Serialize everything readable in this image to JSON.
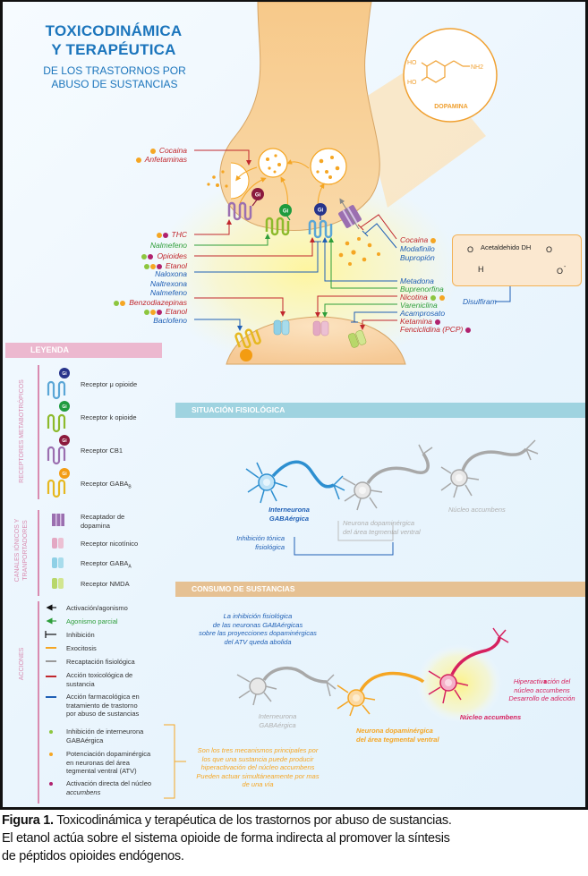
{
  "title": {
    "line1": "TOXICODINÁMICA",
    "line2": "Y TERAPÉUTICA",
    "subtitle1": "DE LOS TRASTORNOS POR",
    "subtitle2": "ABUSO DE SUSTANCIAS"
  },
  "dopamine": {
    "label": "DOPAMINA",
    "groups": [
      "HO",
      "HO",
      "NH2"
    ]
  },
  "colors": {
    "toxic": "#c1272d",
    "pharma": "#1f5fb5",
    "partial": "#2e9e3a",
    "exocytosis": "#f5a623",
    "reuptake": "#9a9a9a",
    "dot_gaba": "#8dc63f",
    "dot_dopa": "#f5a623",
    "dot_accumbens": "#b0216e",
    "mu_gi": "#27348b",
    "kappa_gi": "#1e9b3e",
    "cb1_gi": "#8b1a3d",
    "gabab_gi": "#f39c12"
  },
  "left_labels": [
    {
      "text": "Cocaina",
      "type": "toxic",
      "dots": [
        "dopa"
      ]
    },
    {
      "text": "Anfetaminas",
      "type": "toxic",
      "dots": [
        "dopa"
      ]
    },
    {
      "text": "THC",
      "type": "toxic",
      "dots": [
        "dopa",
        "accumbens"
      ]
    },
    {
      "text": "Nalmefeno",
      "type": "partial",
      "dots": []
    },
    {
      "text": "Opioides",
      "type": "toxic",
      "dots": [
        "gaba",
        "accumbens"
      ]
    },
    {
      "text": "Etanol",
      "type": "toxic",
      "dots": [
        "gaba",
        "dopa",
        "accumbens"
      ]
    },
    {
      "text": "Naloxona",
      "type": "pharma",
      "dots": []
    },
    {
      "text": "Naltrexona",
      "type": "pharma",
      "dots": []
    },
    {
      "text": "Nalmefeno",
      "type": "pharma",
      "dots": []
    },
    {
      "text": "Benzodiazepinas",
      "type": "toxic",
      "dots": [
        "gaba",
        "dopa"
      ]
    },
    {
      "text": "Etanol",
      "type": "toxic",
      "dots": [
        "gaba",
        "dopa",
        "accumbens"
      ]
    },
    {
      "text": "Baclofeno",
      "type": "pharma",
      "dots": []
    }
  ],
  "right_labels": [
    {
      "text": "Cocaina",
      "type": "toxic",
      "dots": [
        "dopa"
      ]
    },
    {
      "text": "Modafinilo",
      "type": "pharma",
      "dots": []
    },
    {
      "text": "Bupropión",
      "type": "pharma",
      "dots": []
    },
    {
      "text": "Metadona",
      "type": "pharma",
      "dots": []
    },
    {
      "text": "Buprenorfina",
      "type": "partial",
      "dots": []
    },
    {
      "text": "Nicotina",
      "type": "toxic",
      "dots": [
        "gaba",
        "dopa"
      ]
    },
    {
      "text": "Vareniclina",
      "type": "partial",
      "dots": []
    },
    {
      "text": "Acamprosato",
      "type": "pharma",
      "dots": []
    },
    {
      "text": "Ketamina",
      "type": "toxic",
      "dots": [
        "accumbens"
      ]
    },
    {
      "text": "Fenciclidina (PCP)",
      "type": "toxic",
      "dots": [
        "accumbens"
      ]
    }
  ],
  "gi_label": "Gi",
  "enzyme": {
    "name": "Acetaldehido DH",
    "substrate_h": "H",
    "atom_o": "O",
    "product_charge": "-",
    "inhibitor": "Disulfiram"
  },
  "legend": {
    "header": "LEYENDA",
    "groups": {
      "metabotropic": "RECEPTORES METABOTRÓPICOS",
      "channels_line1": "CANALES IÓNICOS Y",
      "channels_line2": "TRANPORTADORES",
      "actions": "ACCIONES"
    },
    "receptors": [
      {
        "label": "Receptor μ opioide"
      },
      {
        "label": "Receptor k opioide"
      },
      {
        "label": "Receptor CB1"
      },
      {
        "label": "Receptor GABA",
        "sub": "B"
      }
    ],
    "channels": [
      {
        "label": "Recaptador de",
        "label2": "dopamina"
      },
      {
        "label": "Receptor nicotínico"
      },
      {
        "label": "Receptor GABA",
        "sub": "A"
      },
      {
        "label": "Receptor NMDA"
      }
    ],
    "actions": [
      {
        "label": "Activación/agonismo"
      },
      {
        "label": "Agonismo parcial"
      },
      {
        "label": "Inhibición"
      },
      {
        "label": "Exocitosis"
      },
      {
        "label": "Recaptación fisiológica"
      },
      {
        "label": "Acción toxicológica de",
        "label2": "sustancia"
      },
      {
        "label": "Acción farmacológica en",
        "label2": "tratamiento de trastorno",
        "label3": "por abuso de sustancias"
      }
    ],
    "mechanisms": [
      {
        "label": "Inhibición de interneurona",
        "label2": "GABAérgica"
      },
      {
        "label": "Potenciación dopaminérgica",
        "label2": "en neuronas del área",
        "label3": "tegmental ventral (ATV)"
      },
      {
        "label": "Activación directa del núcleo",
        "label2": "accumbens"
      }
    ],
    "mechanisms_note": [
      "Son los tres mecanismos principales por",
      "los que una sustancia puede producir",
      "hiperactivación del núcleo accumbens",
      "Pueden actuar simultáneamente por mas",
      "de una vía"
    ]
  },
  "physiological": {
    "header": "SITUACIÓN FISIOLÓGICA",
    "interneuron": [
      "Interneurona",
      "GABAérgica"
    ],
    "dopaminergic": [
      "Neurona dopaminérgica",
      "del área tegmental ventral"
    ],
    "accumbens": "Núcleo accumbens",
    "inhibition": [
      "Inhibición tónica",
      "fisiológica"
    ]
  },
  "consumption": {
    "header": "CONSUMO DE SUSTANCIAS",
    "note": [
      "La inhibición fisiológica",
      "de las neuronas GABAérgicas",
      "sobre las proyecciones dopaminérgicas",
      "del ATV queda abolida"
    ],
    "interneuron": [
      "Interneurona",
      "GABAérgica"
    ],
    "dopaminergic": [
      "Neurona dopaminérgica",
      "del área tegmental ventral"
    ],
    "accumbens": "Núcleo accumbens",
    "effect": [
      "Hiperactivación del",
      "núcleo accumbens",
      "Desarrollo de adicción"
    ]
  },
  "caption": {
    "label": "Figura 1.",
    "line1": " Toxicodinámica y terapéutica de los trastornos por abuso de sustancias.",
    "line2": "El etanol actúa sobre el sistema opioide de forma indirecta al promover la síntesis",
    "line3": "de péptidos opioides endógenos."
  }
}
